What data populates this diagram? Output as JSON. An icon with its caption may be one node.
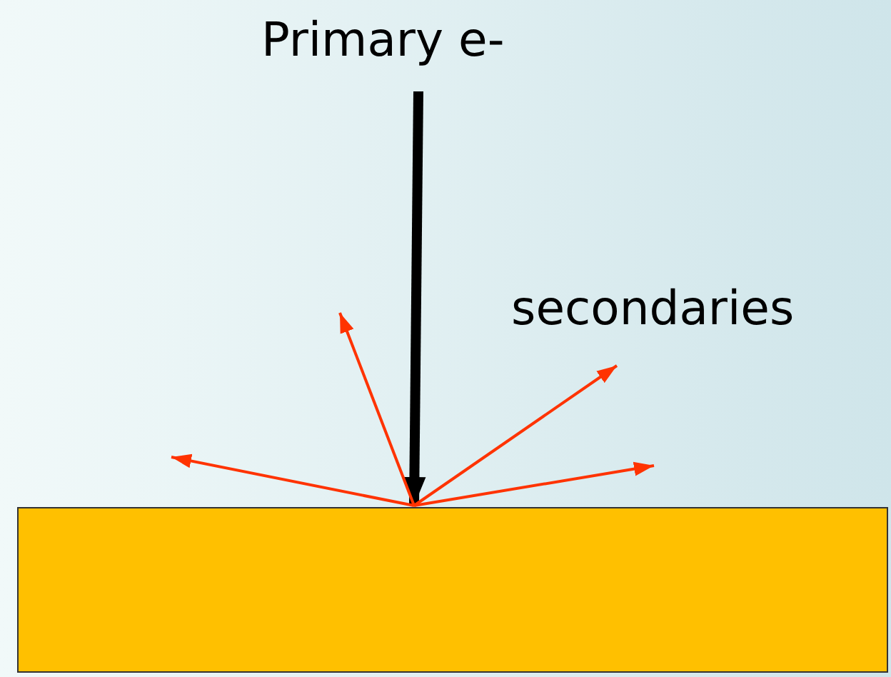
{
  "diagram": {
    "nodes": [
      {
        "text": [
          "Primary e-"
        ]
      },
      {
        "text": [],
        "shape": "box"
      }
    ],
    "edges": [
      {
        "from": 0,
        "to": 1,
        "arrow": "to",
        "style": "thick",
        "color": "#000000"
      },
      {
        "from": 1,
        "to": null,
        "arrow": "to"
      },
      {
        "from": 1,
        "to": null,
        "arrow": "to"
      },
      {
        "from": 1,
        "to": null,
        "arrow": "to"
      },
      {
        "from": 1,
        "to": null,
        "arrow": "to"
      }
    ],
    "labels": [
      "secondaries"
    ]
  }
}
